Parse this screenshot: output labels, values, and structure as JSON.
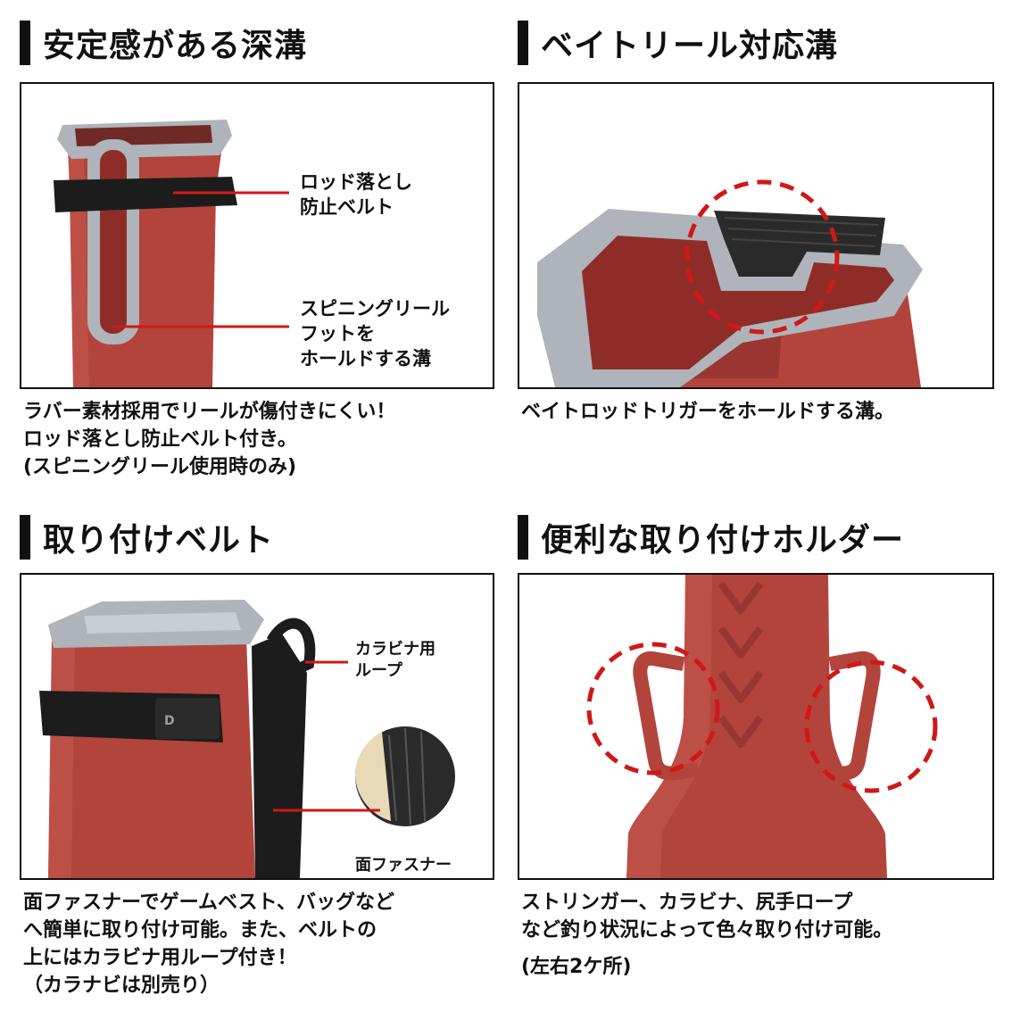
{
  "sections": [
    {
      "heading": "安定感がある深溝",
      "labels": [
        [
          "ロッド落とし",
          "防止ベルト"
        ],
        [
          "スピニングリール",
          "フットを",
          "ホールドする溝"
        ]
      ],
      "caption": [
        "ラバー素材採用でリールが傷付きにくい！",
        "ロッド落とし防止ベルト付き。",
        "(スピニングリール使用時のみ)"
      ]
    },
    {
      "heading": "ベイトリール対応溝",
      "caption": [
        "ベイトロッドトリガーをホールドする溝。"
      ]
    },
    {
      "heading": "取り付けベルト",
      "labels": [
        [
          "カラビナ用",
          "ループ"
        ],
        [
          "面ファスナー"
        ]
      ],
      "caption": [
        "面ファスナーでゲームベスト、バッグなど",
        "へ簡単に取り付け可能。また、ベルトの",
        "上にはカラビナ用ループ付き！",
        "（カラナビは別売り）"
      ]
    },
    {
      "heading": "便利な取り付けホルダー",
      "caption": [
        "ストリンガー、カラビナ、尻手ロープ",
        "など釣り状況によって色々取り付け可能。",
        "(左右2ケ所)"
      ]
    }
  ],
  "colors": {
    "rubber_red": "#b3443c",
    "rubber_dark": "#8e2d28",
    "cap_grey": "#aeb4ba",
    "belt_black": "#1c1c1c",
    "pointer_red": "#d01818"
  }
}
